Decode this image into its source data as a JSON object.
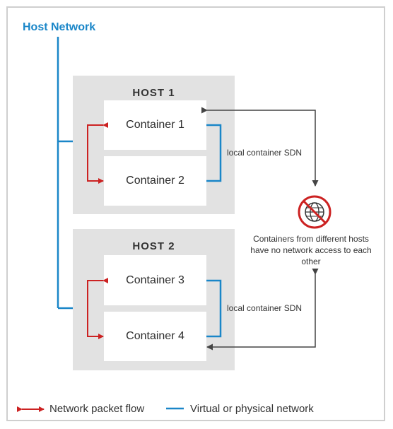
{
  "network_title": "Host Network",
  "hosts": [
    {
      "title": "HOST 1",
      "containers": [
        "Container 1",
        "Container 2"
      ],
      "sdn_label": "local container SDN"
    },
    {
      "title": "HOST 2",
      "containers": [
        "Container 3",
        "Container 4"
      ],
      "sdn_label": "local container SDN"
    }
  ],
  "isolation_note": "Containers from different hosts have no network access to each other",
  "legend": {
    "packet_flow": "Network packet flow",
    "network": "Virtual or physical network"
  },
  "colors": {
    "network_blue": "#1a86c8",
    "packet_red": "#cc2222",
    "host_gray": "#e2e2e2",
    "connector_gray": "#444444"
  },
  "icons": {
    "isolation": "no-network-globe-icon"
  }
}
